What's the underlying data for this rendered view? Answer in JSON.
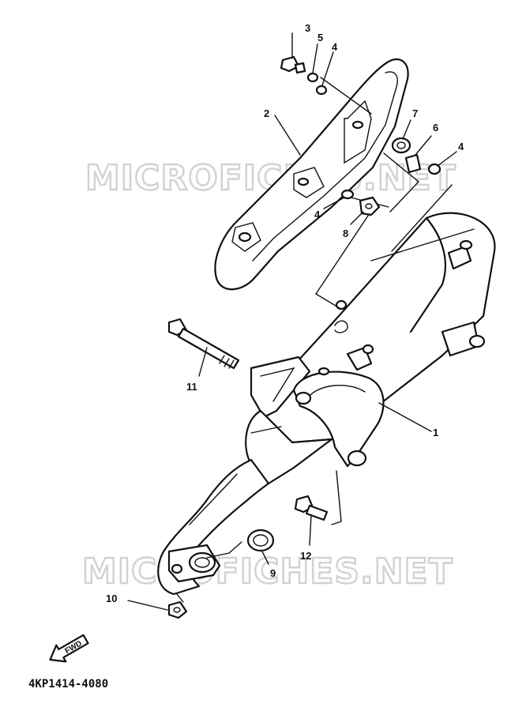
{
  "diagram": {
    "watermark_text": "MICROFICHES.NET",
    "drawing_code": "4KP1414-4080",
    "forward_arrow_label": "FWD",
    "callouts": [
      "1",
      "2",
      "3",
      "4",
      "5",
      "6",
      "7",
      "8",
      "9",
      "10",
      "11",
      "12"
    ]
  }
}
